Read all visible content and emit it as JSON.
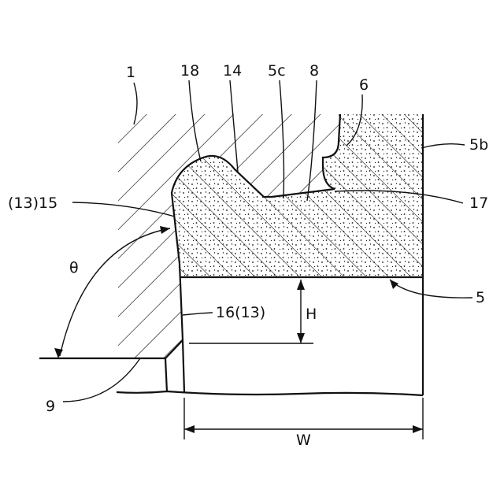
{
  "figure": {
    "labels": {
      "ref_1": "1",
      "ref_18": "18",
      "ref_14": "14",
      "ref_5c": "5c",
      "ref_8": "8",
      "ref_6": "6",
      "ref_5b": "5b",
      "ref_13_15": "(13)15",
      "ref_17": "17",
      "theta": "θ",
      "ref_5": "5",
      "ref_16_13": "16(13)",
      "dim_H": "H",
      "ref_9": "9",
      "dim_W": "W"
    },
    "colors": {
      "line": "#111111",
      "background": "#ffffff"
    }
  }
}
